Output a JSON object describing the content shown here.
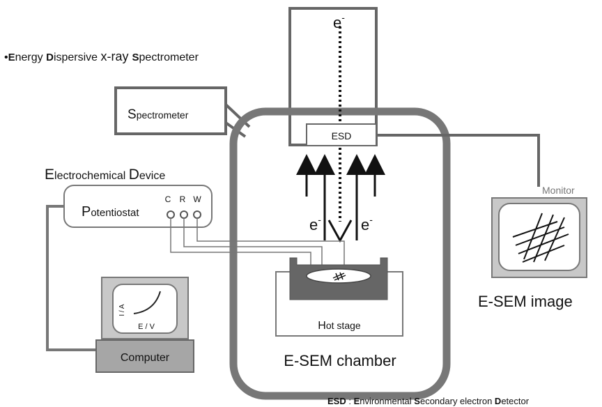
{
  "edx_label": {
    "bullet": "•",
    "parts": [
      {
        "cap": "E",
        "rest": "nergy "
      },
      {
        "cap": "D",
        "rest": "ispersive "
      },
      {
        "cap": "",
        "rest": "x-ray "
      },
      {
        "cap": "S",
        "rest": "pectrometer"
      }
    ]
  },
  "spectrometer": {
    "cap": "S",
    "rest": "pectrometer"
  },
  "electrochemical_device": [
    {
      "cap": "E",
      "rest": "lectrochemical "
    },
    {
      "cap": "D",
      "rest": "evice"
    }
  ],
  "potentiostat": {
    "cap": "P",
    "rest": "otentiostat",
    "terminals": [
      "C",
      "R",
      "W"
    ]
  },
  "computer": {
    "label": "Computer",
    "y_axis": "I / A",
    "x_axis": "E / V"
  },
  "esd_box": "ESD",
  "electron": {
    "base": "e",
    "superscript": "-"
  },
  "hot_stage": {
    "cap": "H",
    "rest": "ot stage"
  },
  "chamber_label": "E-SEM chamber",
  "monitor": {
    "label": "Monitor",
    "image_label": "E-SEM image"
  },
  "esd_footnote": {
    "abbr": "ESD",
    "separator": " : ",
    "parts": [
      {
        "cap": "E",
        "rest": "nvironmental "
      },
      {
        "cap": "S",
        "rest": "econdary electron "
      },
      {
        "cap": "D",
        "rest": "etector"
      }
    ]
  },
  "colors": {
    "outline": "#777777",
    "dark": "#666666",
    "fill_gray": "#a6a6a6",
    "screen_gray": "#c8c8c8"
  }
}
